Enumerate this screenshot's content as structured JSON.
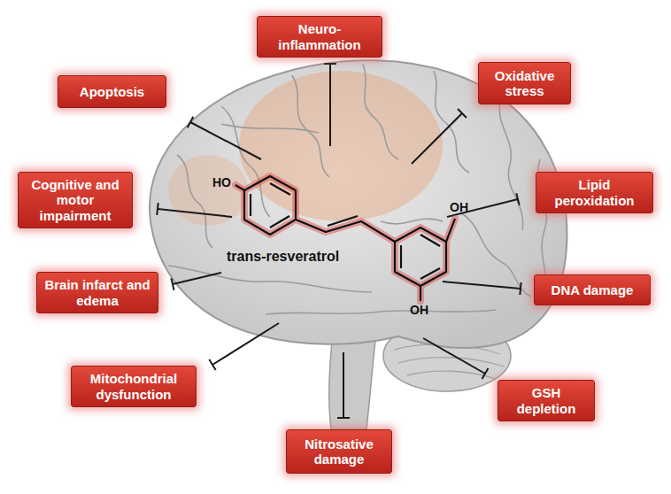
{
  "diagram": {
    "nodes": [
      {
        "text": [
          "Neuro- inflammation"
        ]
      },
      {
        "text": [
          "Oxidative stress"
        ]
      },
      {
        "text": [
          "Apoptosis"
        ]
      },
      {
        "text": [
          "Cognitive and motor impairment"
        ]
      },
      {
        "text": [
          "Lipid peroxidation"
        ]
      },
      {
        "text": [
          "Brain infarct and edema"
        ]
      },
      {
        "text": [
          "DNA damage"
        ]
      },
      {
        "text": [
          "Mitochondrial dysfunction"
        ]
      },
      {
        "text": [
          "GSH depletion"
        ]
      },
      {
        "text": [
          "Nitrosative damage"
        ]
      }
    ],
    "labels": [
      "HO",
      "trans-resveratrol",
      "OH",
      "OH"
    ]
  }
}
